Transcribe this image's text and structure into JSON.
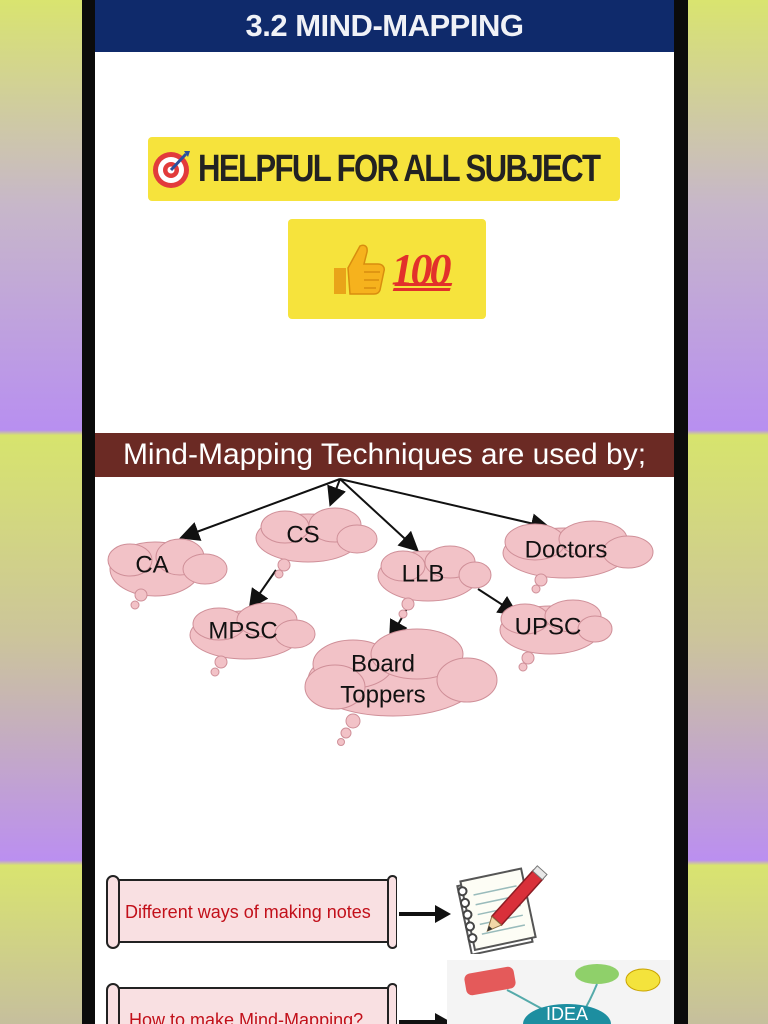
{
  "header": {
    "title": "3.2 MIND-MAPPING"
  },
  "banner": {
    "text": "HELPFUL FOR ALL SUBJECT",
    "icon": "target-icon"
  },
  "emoji_box": {
    "thumb_icon": "thumbs-up-icon",
    "hundred": "100"
  },
  "section": {
    "title": "Mind-Mapping Techniques are used by;"
  },
  "mindmap": {
    "nodes": [
      {
        "id": "ca",
        "label": "CA"
      },
      {
        "id": "cs",
        "label": "CS"
      },
      {
        "id": "llb",
        "label": "LLB"
      },
      {
        "id": "doctors",
        "label": "Doctors"
      },
      {
        "id": "mpsc",
        "label": "MPSC"
      },
      {
        "id": "upsc",
        "label": "UPSC"
      },
      {
        "id": "board_line1",
        "label": "Board"
      },
      {
        "id": "board_line2",
        "label": "Toppers"
      }
    ]
  },
  "links": [
    {
      "label": "Different ways of making notes",
      "icon": "notepad-pencil-icon"
    },
    {
      "label": "How to make Mind-Mapping?",
      "icon": "idea-icon"
    }
  ],
  "colors": {
    "title_bar": "#0f2a6b",
    "banner": "#f6e33c",
    "section_header": "#6b2a24",
    "cloud": "#f2c2c7",
    "scroll_text": "#c2101a"
  }
}
